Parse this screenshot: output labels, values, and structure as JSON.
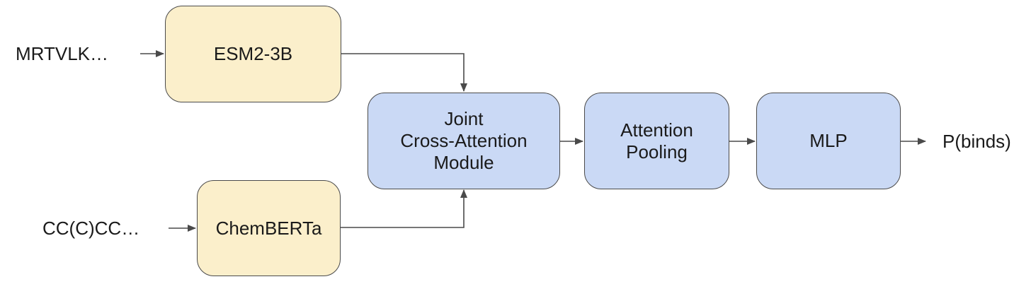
{
  "inputs": {
    "protein_sequence": "MRTVLK…",
    "smiles": "CC(C)CC…"
  },
  "nodes": {
    "esm": {
      "label": "ESM2-3B"
    },
    "chemberta": {
      "label": "ChemBERTa"
    },
    "cross_attention": {
      "lines": [
        "Joint",
        "Cross-Attention",
        "Module"
      ]
    },
    "pooling": {
      "lines": [
        "Attention",
        "Pooling"
      ]
    },
    "mlp": {
      "label": "MLP"
    }
  },
  "output": {
    "label": "P(binds)"
  },
  "colors": {
    "encoder_fill": "#fbefcb",
    "module_fill": "#cad9f5",
    "stroke": "#4a4a4a"
  }
}
